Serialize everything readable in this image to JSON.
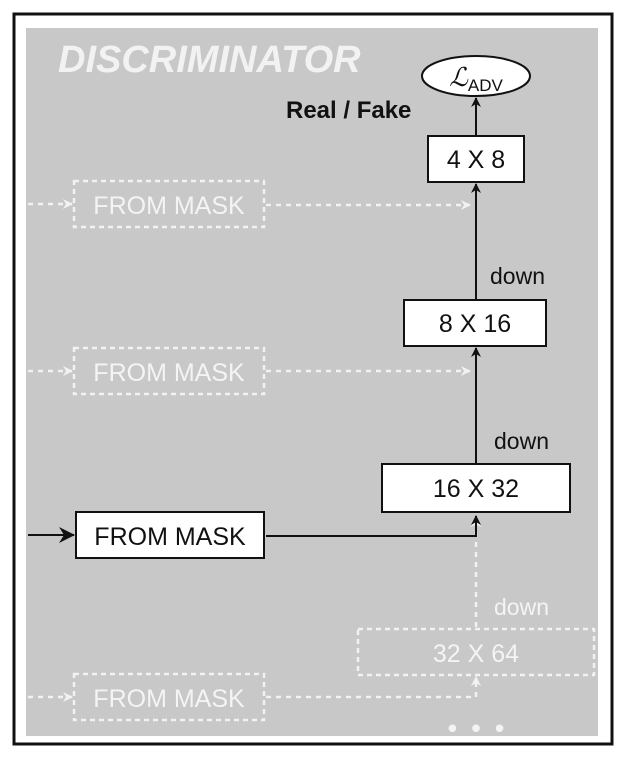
{
  "title": "DISCRIMINATOR",
  "loss": {
    "symbol": "ℒ",
    "subscript": "ADV"
  },
  "output_label": "Real / Fake",
  "blocks": {
    "b4x8": "4 X 8",
    "b8x16": "8 X 16",
    "b16x32": "16 X 32",
    "b32x64": "32 X 64"
  },
  "down_labels": {
    "d1": "down",
    "d2": "down",
    "d3": "down"
  },
  "from_mask": {
    "m1": "FROM MASK",
    "m2": "FROM MASK",
    "m3": "FROM MASK",
    "m4": "FROM MASK"
  },
  "ellipsis": "•  •  •"
}
